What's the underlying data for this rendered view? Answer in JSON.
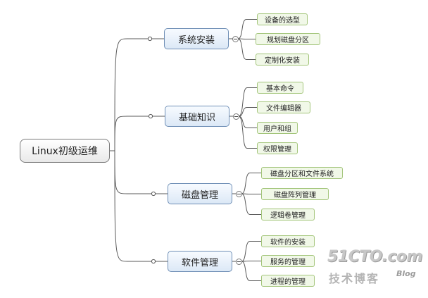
{
  "root": {
    "label": "Linux初级运维"
  },
  "branches": [
    {
      "label": "系统安装",
      "children": [
        "设备的选型",
        "规划磁盘分区",
        "定制化安装"
      ]
    },
    {
      "label": "基础知识",
      "children": [
        "基本命令",
        "文件编辑器",
        "用户和组",
        "权限管理"
      ]
    },
    {
      "label": "磁盘管理",
      "children": [
        "磁盘分区和文件系统",
        "磁盘阵列管理",
        "逻辑卷管理"
      ]
    },
    {
      "label": "软件管理",
      "children": [
        "软件的安装",
        "服务的管理",
        "进程的管理"
      ]
    }
  ],
  "watermark": {
    "site": "51CTO.com",
    "sub": "技术博客",
    "blog": "Blog"
  },
  "colors": {
    "connector": "#5a5a5a",
    "branch_border": "#6f8fb6",
    "leaf_border": "#a3c57a",
    "leaf_fill": "#f1f8e8"
  }
}
